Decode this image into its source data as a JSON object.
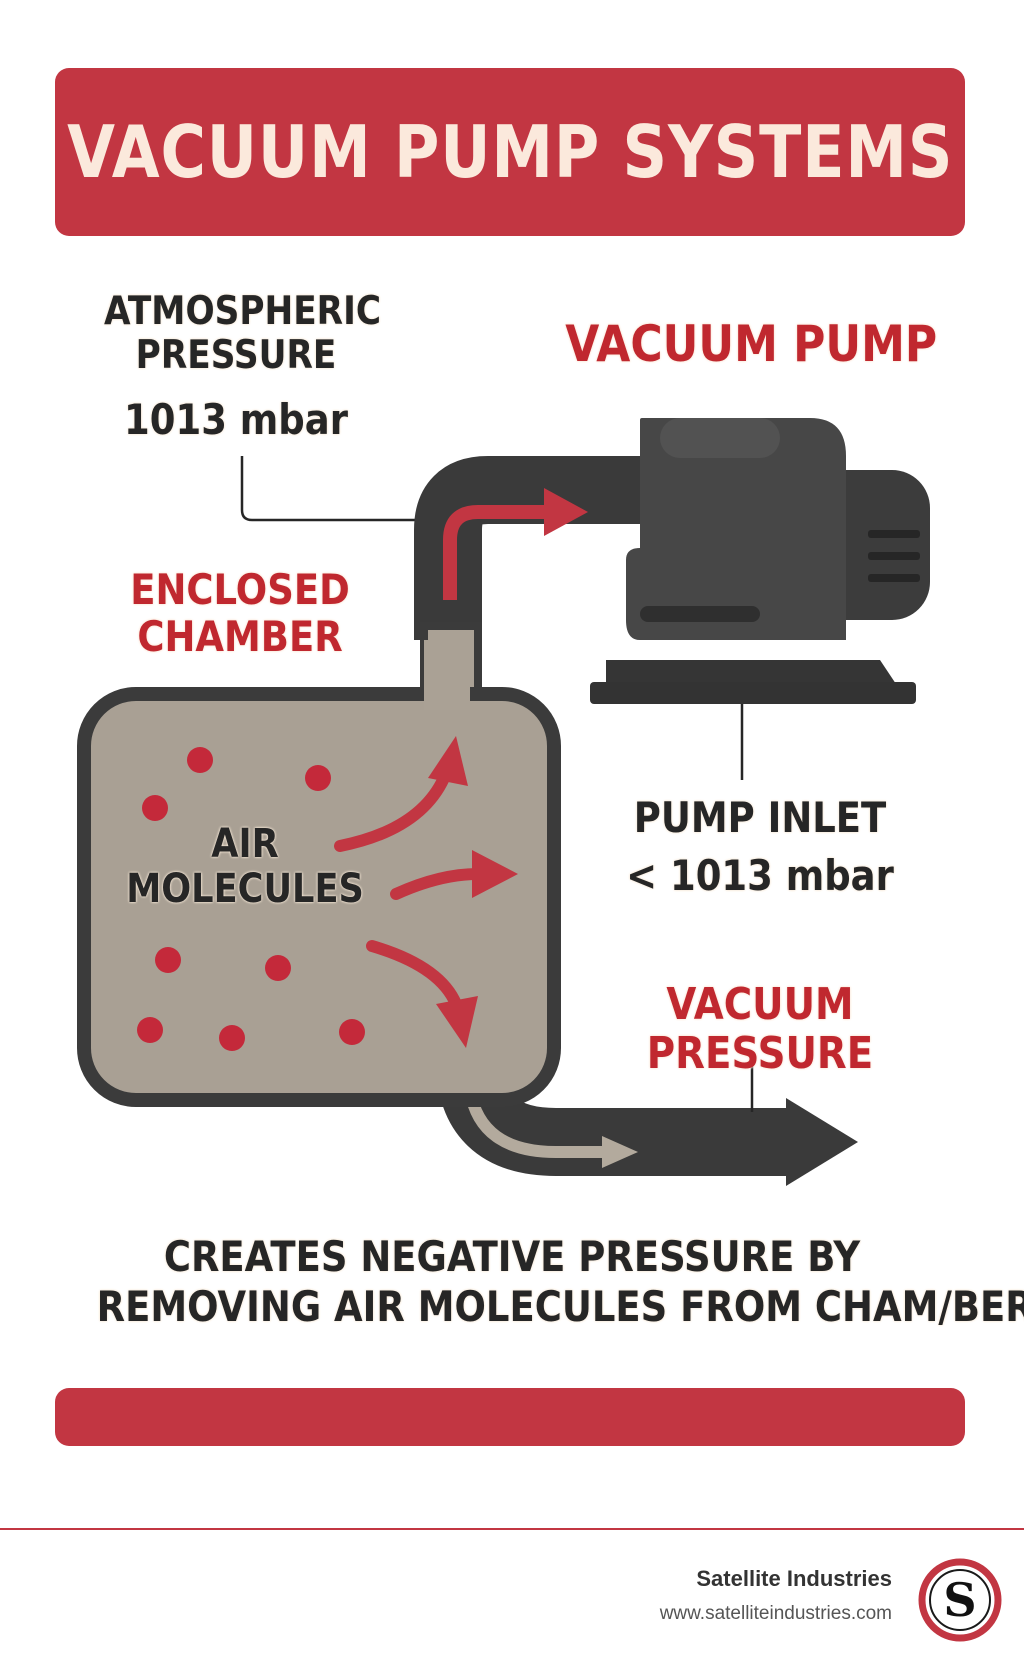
{
  "title": "VACUUM PUMP SYSTEMS",
  "labels": {
    "atmospheric_line1": "ATMOSPHERIC",
    "atmospheric_line2": "PRESSURE",
    "atmospheric_value": "1013 mbar",
    "vacuum_pump": "VACUUM PUMP",
    "enclosed_line1": "ENCLOSED",
    "enclosed_line2": "CHAMBER",
    "air_line1": "AIR",
    "air_line2": "MOLECULES",
    "pump_inlet": "PUMP INLET",
    "pump_inlet_value": "< 1013 mbar",
    "vacuum_pressure_line1": "VACUUM",
    "vacuum_pressure_line2": "PRESSURE"
  },
  "caption": {
    "line1": "CREATES NEGATIVE PRESSURE BY",
    "line2": "REMOVING AIR MOLECULES FROM CHAM/BER"
  },
  "footer": {
    "company": "Satellite Industries",
    "website": "www.satelliteindustries.com",
    "logo_letter": "S"
  },
  "colors": {
    "accent_red": "#c23642",
    "pump_dark": "#3a3a3a",
    "chamber_fill": "#a9a094",
    "chamber_border": "#3b3b3b",
    "molecule_red": "#c4293a",
    "cream": "#fbe9dc"
  },
  "icons": [
    "vacuum-pump-icon",
    "flow-arrow-icon",
    "air-molecule-icon",
    "satellite-logo-icon"
  ]
}
